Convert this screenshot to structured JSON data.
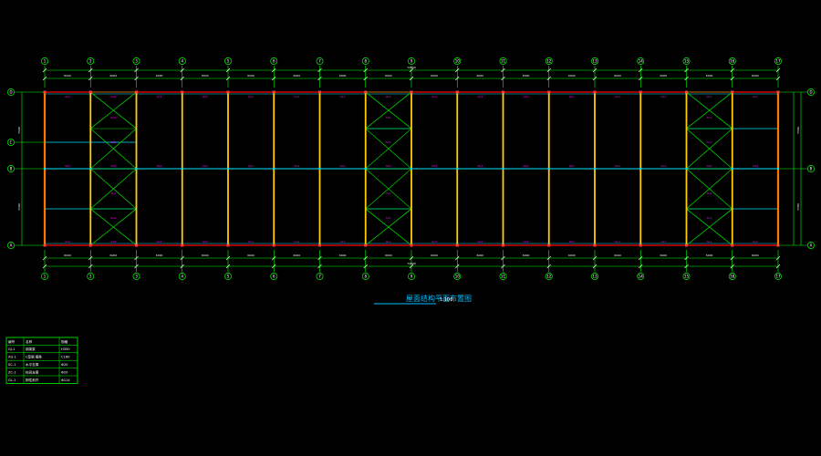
{
  "drawing": {
    "title": "屋面结构平面布置图",
    "scale": "1:100",
    "colors": {
      "background": "#000000",
      "grid": "#00ff00",
      "column": "#ffcc00",
      "edge_column": "#ff7700",
      "beam": "#ff0000",
      "purlin": "#00e5ff",
      "brace": "#00cc00",
      "label": "#ff00ff",
      "dim_text": "#ffffff",
      "title": "#00bfff"
    },
    "column_axes": [
      "1",
      "2",
      "3",
      "4",
      "5",
      "6",
      "7",
      "8",
      "9",
      "10",
      "11",
      "12",
      "13",
      "14",
      "15",
      "16",
      "17"
    ],
    "row_axes_left": [
      "D",
      "C",
      "B",
      "A"
    ],
    "row_axes_right": [
      "D",
      "B",
      "A"
    ],
    "overall_dim": "72000",
    "bay_dims": [
      "6000",
      "6000",
      "6000",
      "6000",
      "6000",
      "6000",
      "6000",
      "6000",
      "6000",
      "6000",
      "6000",
      "6000",
      "6000",
      "6000",
      "6000",
      "6000"
    ],
    "side_dims": [
      "7500",
      "7500"
    ],
    "top_labels": [
      "GL1",
      "GL1",
      "GL1",
      "GL1",
      "GL1",
      "GL1",
      "GL1",
      "GL1",
      "GL1",
      "GL1",
      "GL1",
      "GL1",
      "GL1",
      "GL1",
      "GL1",
      "GL1"
    ],
    "mid_labels": [
      "XG1",
      "XG1",
      "XG1",
      "XG1",
      "XG1",
      "XG1",
      "XG1",
      "XG1",
      "XG1",
      "XG1",
      "XG1",
      "XG1",
      "XG1",
      "XG1",
      "XG1",
      "XG1"
    ],
    "bottom_labels": [
      "GL1",
      "GL1",
      "GL1",
      "GL1",
      "GL1",
      "GL1",
      "GL1",
      "GL1",
      "GL1",
      "GL1",
      "GL1",
      "GL1",
      "GL1",
      "GL1",
      "GL1",
      "GL1"
    ],
    "brace_label": "SC1"
  },
  "legend": {
    "headers": [
      "编号",
      "名称",
      "规格"
    ],
    "rows": [
      [
        "GJ-1",
        "钢架梁",
        "H350"
      ],
      [
        "XG-1",
        "C型钢 檩条",
        "C160"
      ],
      [
        "SC-1",
        "水平支撑",
        "Φ20"
      ],
      [
        "ZC-1",
        "柱间支撑",
        "Φ20"
      ],
      [
        "GL-1",
        "刚性系杆",
        "Φ114"
      ]
    ]
  }
}
